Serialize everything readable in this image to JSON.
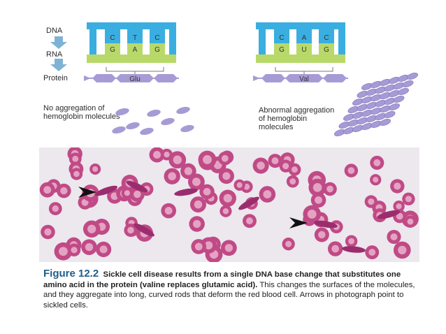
{
  "diagram": {
    "row_labels": {
      "dna": "DNA",
      "rna": "RNA",
      "protein": "Protein"
    },
    "normal": {
      "dna_bases": [
        "C",
        "T",
        "C"
      ],
      "rna_bases": [
        "G",
        "A",
        "G"
      ],
      "amino_acid": "Glu",
      "note": "No aggregation of hemoglobin molecules"
    },
    "mutant": {
      "dna_bases": [
        "C",
        "A",
        "C"
      ],
      "rna_bases": [
        "G",
        "U",
        "G"
      ],
      "amino_acid": "Val",
      "note": "Abnormal aggregation of hemoglobin molecules"
    },
    "colors": {
      "dna": "#3aaee0",
      "rna": "#b8d96a",
      "protein": "#a79bd6",
      "arrow": "#7fb3d5"
    }
  },
  "figure": {
    "label": "Figure 12.2",
    "bold_text": "Sickle cell disease results from a single DNA base change that substitutes one amino acid in the protein (valine replaces glutamic acid).",
    "body_text": "This changes the surfaces of the molecules, and they aggregate into long, curved rods that deform the red blood cell. Arrows in photograph point to sickled cells."
  }
}
